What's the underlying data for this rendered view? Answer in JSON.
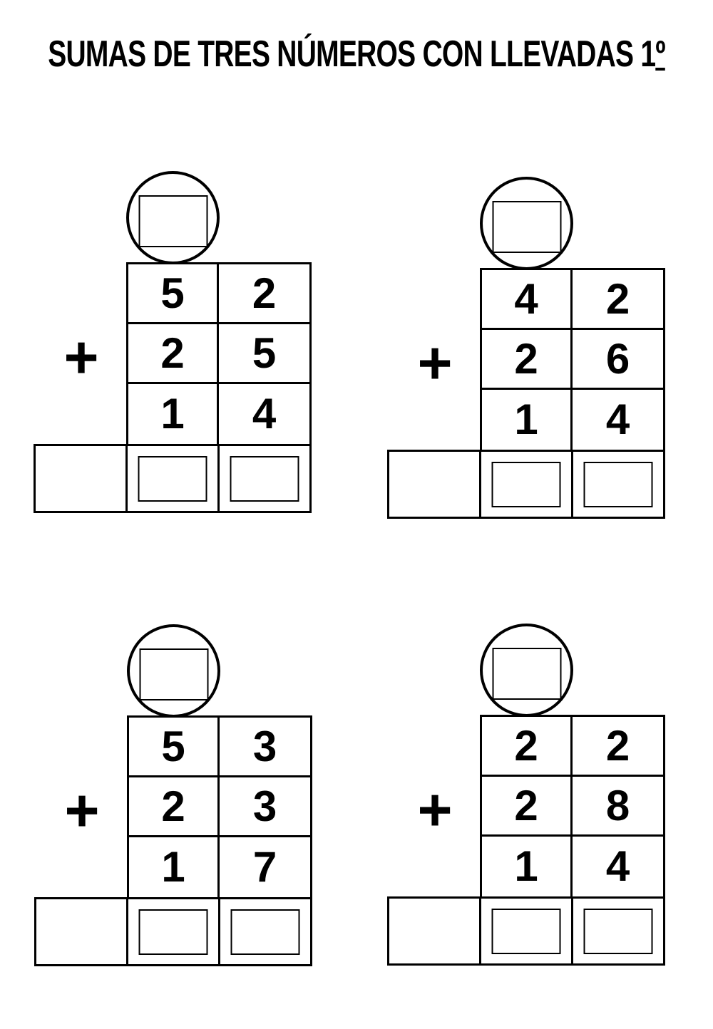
{
  "page": {
    "background_color": "#ffffff",
    "ink_color": "#000000"
  },
  "title": {
    "text": "SUMAS DE TRES NÚMEROS CON LLEVADAS 1",
    "ordinal_suffix": "º"
  },
  "operator": {
    "plus": "+"
  },
  "problems": [
    {
      "position": "top-left",
      "rows": [
        [
          "5",
          "2"
        ],
        [
          "2",
          "5"
        ],
        [
          "1",
          "4"
        ]
      ]
    },
    {
      "position": "top-right",
      "rows": [
        [
          "4",
          "2"
        ],
        [
          "2",
          "6"
        ],
        [
          "1",
          "4"
        ]
      ]
    },
    {
      "position": "bottom-left",
      "rows": [
        [
          "5",
          "3"
        ],
        [
          "2",
          "3"
        ],
        [
          "1",
          "7"
        ]
      ]
    },
    {
      "position": "bottom-right",
      "rows": [
        [
          "2",
          "2"
        ],
        [
          "2",
          "8"
        ],
        [
          "1",
          "4"
        ]
      ]
    }
  ]
}
